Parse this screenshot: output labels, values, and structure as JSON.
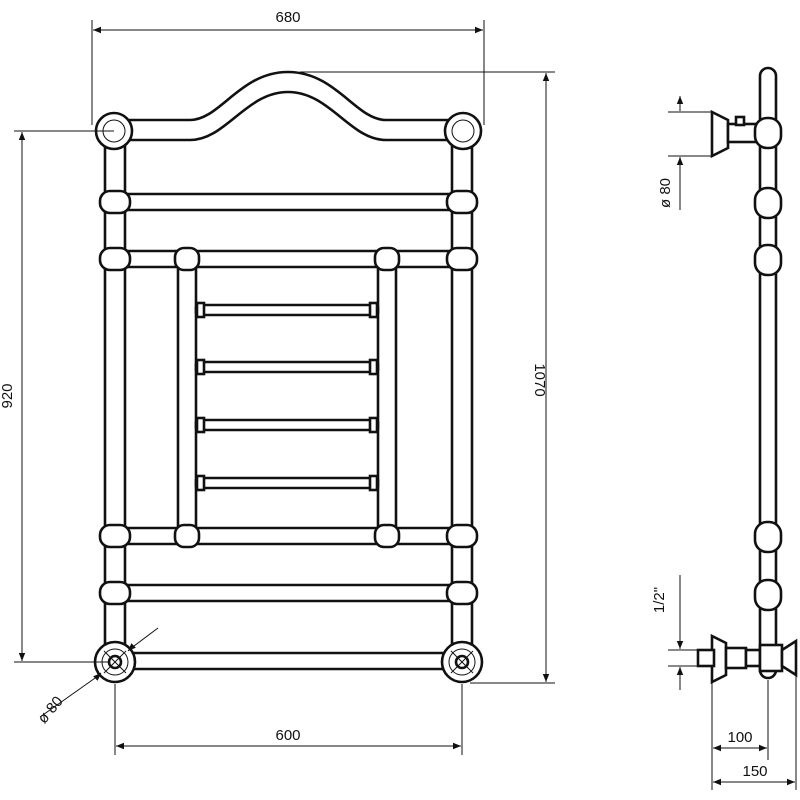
{
  "front_view": {
    "width_overall": "680",
    "width_centers": "600",
    "height_centers": "920",
    "height_overall": "1070",
    "flange_diameter": "ø 80"
  },
  "side_view": {
    "flange_diameter": "ø 80",
    "thread_size": "1/2\"",
    "depth_to_pipe": "100",
    "depth_overall": "150"
  }
}
